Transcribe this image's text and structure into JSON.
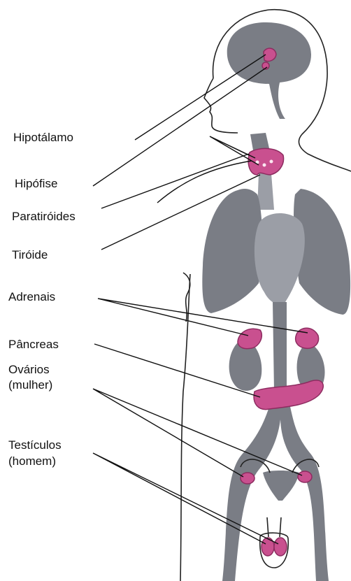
{
  "labels": {
    "hipotalamo": "Hipotálamo",
    "hipofise": "Hipófise",
    "paratiroides": "Paratiróides",
    "tiroide": "Tiróide",
    "adrenais": "Adrenais",
    "pancreas": "Pâncreas",
    "ovarios_line1": "Ovários",
    "ovarios_line2": "(mulher)",
    "testiculos_line1": "Testículos",
    "testiculos_line2": "(homem)"
  },
  "colors": {
    "organ_gray": "#7a7d85",
    "gland_pink": "#c9508f",
    "outline": "#222222"
  }
}
